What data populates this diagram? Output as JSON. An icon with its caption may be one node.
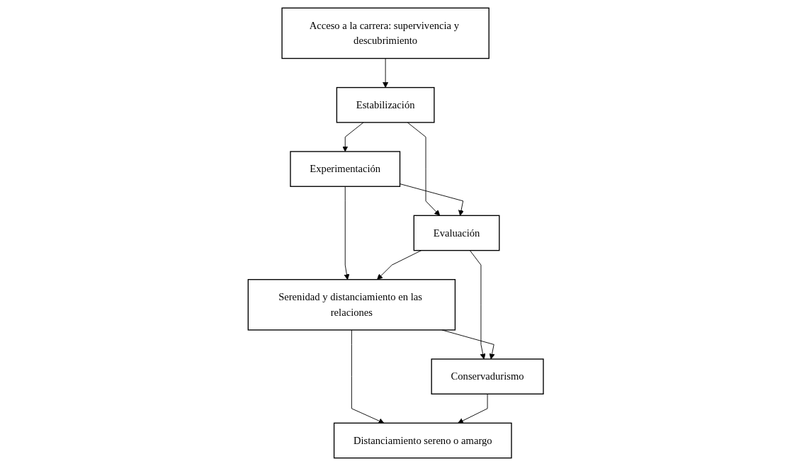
{
  "diagram": {
    "nodes": [
      {
        "text": [
          "Acceso a la carrera: supervivencia y descubrimiento"
        ]
      },
      {
        "text": [
          "Estabilización"
        ]
      },
      {
        "text": [
          "Experimentación"
        ]
      },
      {
        "text": [
          "Evaluación"
        ]
      },
      {
        "text": [
          "Serenidad y distanciamiento en las relaciones"
        ]
      },
      {
        "text": [
          "Conservadurismo"
        ]
      },
      {
        "text": [
          "Distanciamiento sereno o amargo"
        ]
      }
    ],
    "edges": [
      {
        "from": 0,
        "to": 1,
        "arrow": "to"
      },
      {
        "from": 1,
        "to": 2,
        "arrow": "to"
      },
      {
        "from": 1,
        "to": 3,
        "arrow": "to"
      },
      {
        "from": 2,
        "to": 3,
        "arrow": "to"
      },
      {
        "from": 2,
        "to": 4,
        "arrow": "to"
      },
      {
        "from": 3,
        "to": 4,
        "arrow": "to"
      },
      {
        "from": 3,
        "to": 5,
        "arrow": "to"
      },
      {
        "from": 4,
        "to": 5,
        "arrow": "to"
      },
      {
        "from": 4,
        "to": 6,
        "arrow": "to"
      },
      {
        "from": 5,
        "to": 6,
        "arrow": "to"
      }
    ]
  }
}
